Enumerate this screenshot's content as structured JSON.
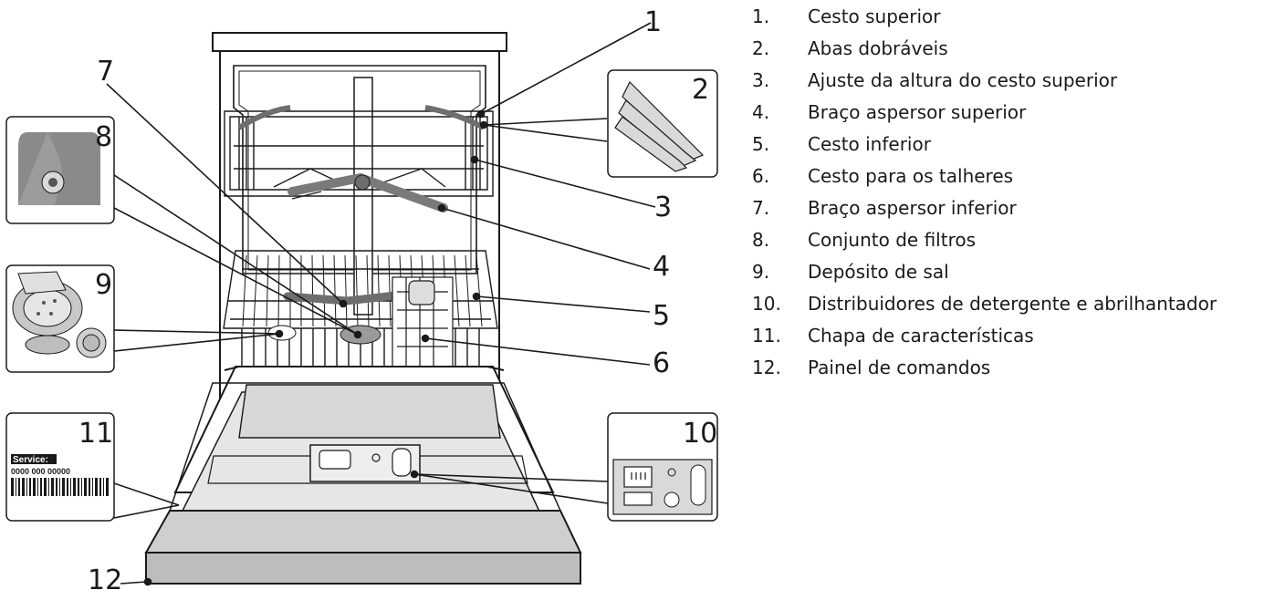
{
  "callouts": [
    "1",
    "2",
    "3",
    "4",
    "5",
    "6",
    "7",
    "8",
    "9",
    "10",
    "11",
    "12"
  ],
  "legend": [
    {
      "num": "1.",
      "label": "Cesto superior"
    },
    {
      "num": "2.",
      "label": "Abas dobráveis"
    },
    {
      "num": "3.",
      "label": "Ajuste da altura do cesto superior"
    },
    {
      "num": "4.",
      "label": "Braço aspersor superior"
    },
    {
      "num": "5.",
      "label": "Cesto inferior"
    },
    {
      "num": "6.",
      "label": "Cesto para os talheres"
    },
    {
      "num": "7.",
      "label": "Braço aspersor inferior"
    },
    {
      "num": "8.",
      "label": "Conjunto de filtros"
    },
    {
      "num": "9.",
      "label": "Depósito de sal"
    },
    {
      "num": "10.",
      "label": "Distribuidores de detergente e abrilhantador"
    },
    {
      "num": "11.",
      "label": "Chapa de características"
    },
    {
      "num": "12.",
      "label": "Painel de comandos"
    }
  ],
  "rating_plate": {
    "service_label": "Service:",
    "service_code": "0000 000 00000"
  },
  "colors": {
    "line": "#1a1a1a",
    "panel": "#bdbdbd",
    "fill_light": "#e6e6e6",
    "fill_mid": "#8a8a8a"
  }
}
